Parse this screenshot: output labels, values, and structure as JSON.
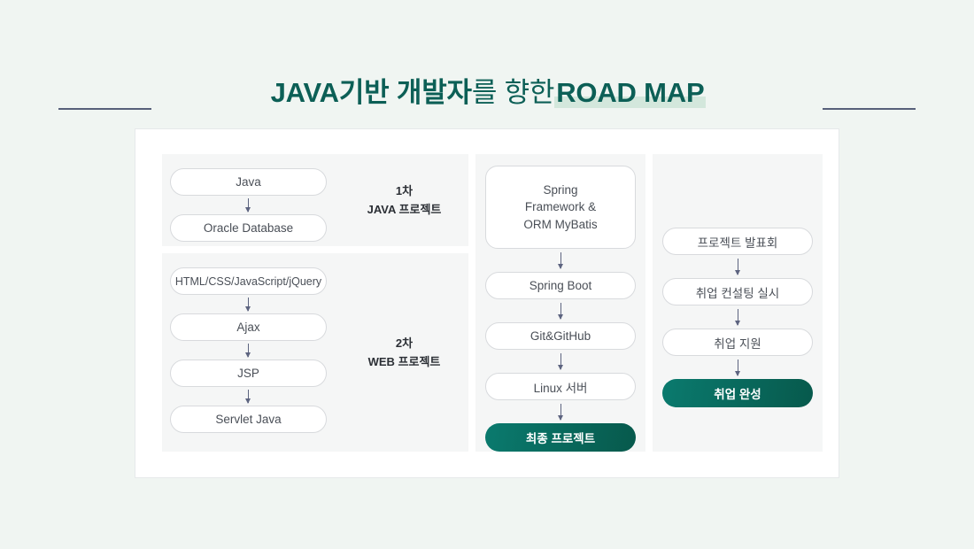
{
  "page": {
    "background_color": "#f0f5f2",
    "accent_color": "#0c5f56",
    "highlight_color": "#d3e7dc",
    "rule_color": "#57607a"
  },
  "header": {
    "title_part1": "JAVA ",
    "title_part2": "기반 개발자",
    "title_part3": "를 향한 ",
    "title_highlight": "ROAD MAP",
    "left_rule": "",
    "right_rule": ""
  },
  "roadmap": {
    "column1": {
      "phases": [
        {
          "label_line1": "1차",
          "label_line2": "JAVA 프로젝트",
          "nodes": [
            "Java",
            "Oracle Database"
          ]
        },
        {
          "label_line1": "2차",
          "label_line2": "WEB 프로젝트",
          "nodes": [
            "HTML/CSS/JavaScript/jQuery",
            "Ajax",
            "JSP",
            "Servlet Java"
          ]
        }
      ]
    },
    "column2": {
      "nodes": [
        {
          "label": "Spring\nFramework &\nORM MyBatis",
          "lines": [
            "Spring",
            "Framework &",
            "ORM MyBatis"
          ],
          "type": "tall"
        },
        {
          "label": "Spring Boot",
          "type": "pill"
        },
        {
          "label": "Git&GitHub",
          "type": "pill"
        },
        {
          "label": "Linux 서버",
          "type": "pill"
        },
        {
          "label": "최종 프로젝트",
          "type": "final"
        }
      ]
    },
    "column3": {
      "nodes": [
        {
          "label": "프로젝트 발표회",
          "type": "pill"
        },
        {
          "label": "취업 컨설팅 실시",
          "type": "pill"
        },
        {
          "label": "취업 지원",
          "type": "pill"
        },
        {
          "label": "취업 완성",
          "type": "final"
        }
      ]
    }
  }
}
